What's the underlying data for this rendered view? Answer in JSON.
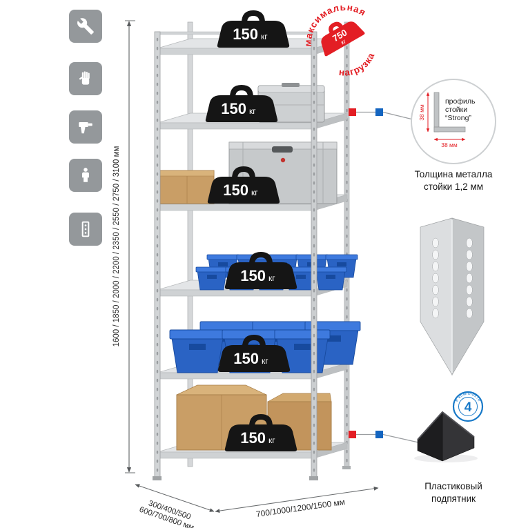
{
  "illustration": {
    "height_label": "1600 / 1850 / 2000 / 2200 / 2350 / 2550 / 2750 / 3100 мм",
    "depth_label_line1": "300/400/500",
    "depth_label_line2": "600/700/800 мм",
    "width_label": "700/1000/1200/1500 мм"
  },
  "rack": {
    "levels": 6,
    "shelf_loads": [
      "150",
      "150",
      "150",
      "150",
      "150",
      "150"
    ],
    "load_unit": "кг"
  },
  "stamp": {
    "arc_top": "максимальная",
    "arc_bottom": "нагрузка",
    "weight_value": "750",
    "weight_unit": "кг"
  },
  "profile_detail": {
    "label_line1": "профиль",
    "label_line2": "стойки",
    "label_line3": "“Strong”",
    "dim_vertical": "38 мм",
    "dim_horizontal": "38 мм",
    "caption_line1": "Толщина металла",
    "caption_line2": "стойки 1,2 мм"
  },
  "foot_detail": {
    "badge_count": "4",
    "badge_text": "в комплекте",
    "caption_line1": "Пластиковый",
    "caption_line2": "подпятник"
  },
  "left_icons": [
    "wrench-icon",
    "glove-icon",
    "drill-icon",
    "person-height-icon",
    "rack-post-icon"
  ],
  "colors": {
    "accent_red": "#e31e24",
    "accent_blue": "#1465c0",
    "badge_blue": "#1879c8",
    "bin_blue": "#2a63c4",
    "cardboard": "#c99e66",
    "metal_light": "#d9dbdd"
  }
}
